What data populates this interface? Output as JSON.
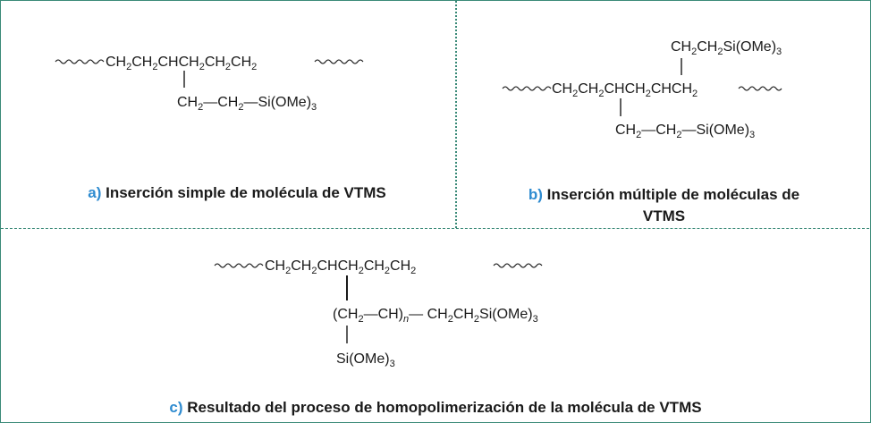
{
  "panels": {
    "a": {
      "label": "a)",
      "caption": "Inserción simple de molécula de VTMS",
      "main_chain": "CH₂CH₂CHCH₂CH₂CH₂",
      "branch": "CH₂—CH₂—Si(OMe)₃"
    },
    "b": {
      "label": "b)",
      "caption_line1": "Inserción múltiple de moléculas de",
      "caption_line2": "VTMS",
      "top_branch": "CH₂CH₂Si(OMe)₃",
      "main_chain": "CH₂CH₂CHCH₂CHCH₂",
      "branch": "CH₂—CH₂—Si(OMe)₃"
    },
    "c": {
      "label": "c)",
      "caption": "Resultado del proceso de homopolimerización de la molécula de VTMS",
      "main_chain": "CH₂CH₂CHCH₂CH₂CH₂",
      "branch": "(CH₂—CH)ₙ— CH₂CH₂Si(OMe)₃",
      "pendant": "Si(OMe)₃"
    }
  },
  "colors": {
    "border": "#3a8a78",
    "label": "#2e8bd0",
    "text": "#1a1a1a"
  }
}
